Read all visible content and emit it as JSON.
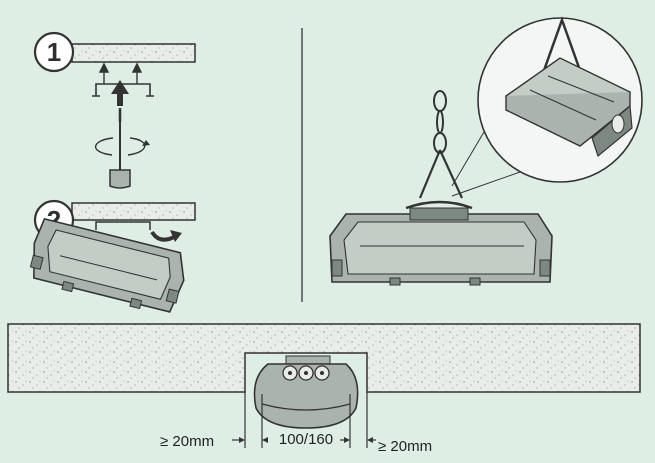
{
  "steps": [
    {
      "number": "1"
    },
    {
      "number": "2"
    }
  ],
  "dimensions": {
    "left_clearance": "≥ 20mm",
    "housing_width": "100/160",
    "right_clearance": "≥ 20mm"
  },
  "colors": {
    "background": "#dfeee4",
    "line": "#333333",
    "concrete": "#e8ede9",
    "fixture_body": "#aab3ad",
    "fixture_dark": "#7e8882"
  },
  "icons": [
    "screwdriver-icon",
    "rotation-arrow-icon",
    "push-up-arrow-icon",
    "tilt-arrow-icon",
    "chain-icon",
    "mounting-bracket-icon"
  ]
}
